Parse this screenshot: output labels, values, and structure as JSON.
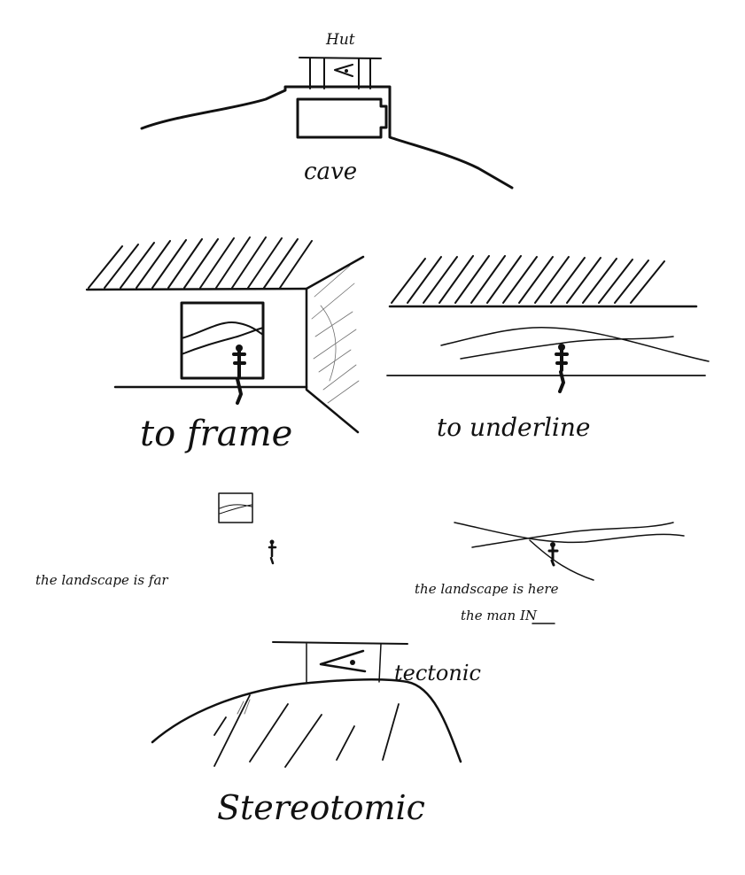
{
  "labels": {
    "hut": "Hut",
    "cave": "cave",
    "to_frame": "to frame",
    "to_underline": "to underline",
    "landscape_far": "the landscape is far",
    "landscape_here": "the landscape is here",
    "man_in_prefix": "the man ",
    "man_in_emph": "IN",
    "tectonic": "tectonic",
    "stereotomic": "Stereotomic"
  },
  "colors": {
    "ink": "#111111",
    "paper": "#ffffff"
  }
}
